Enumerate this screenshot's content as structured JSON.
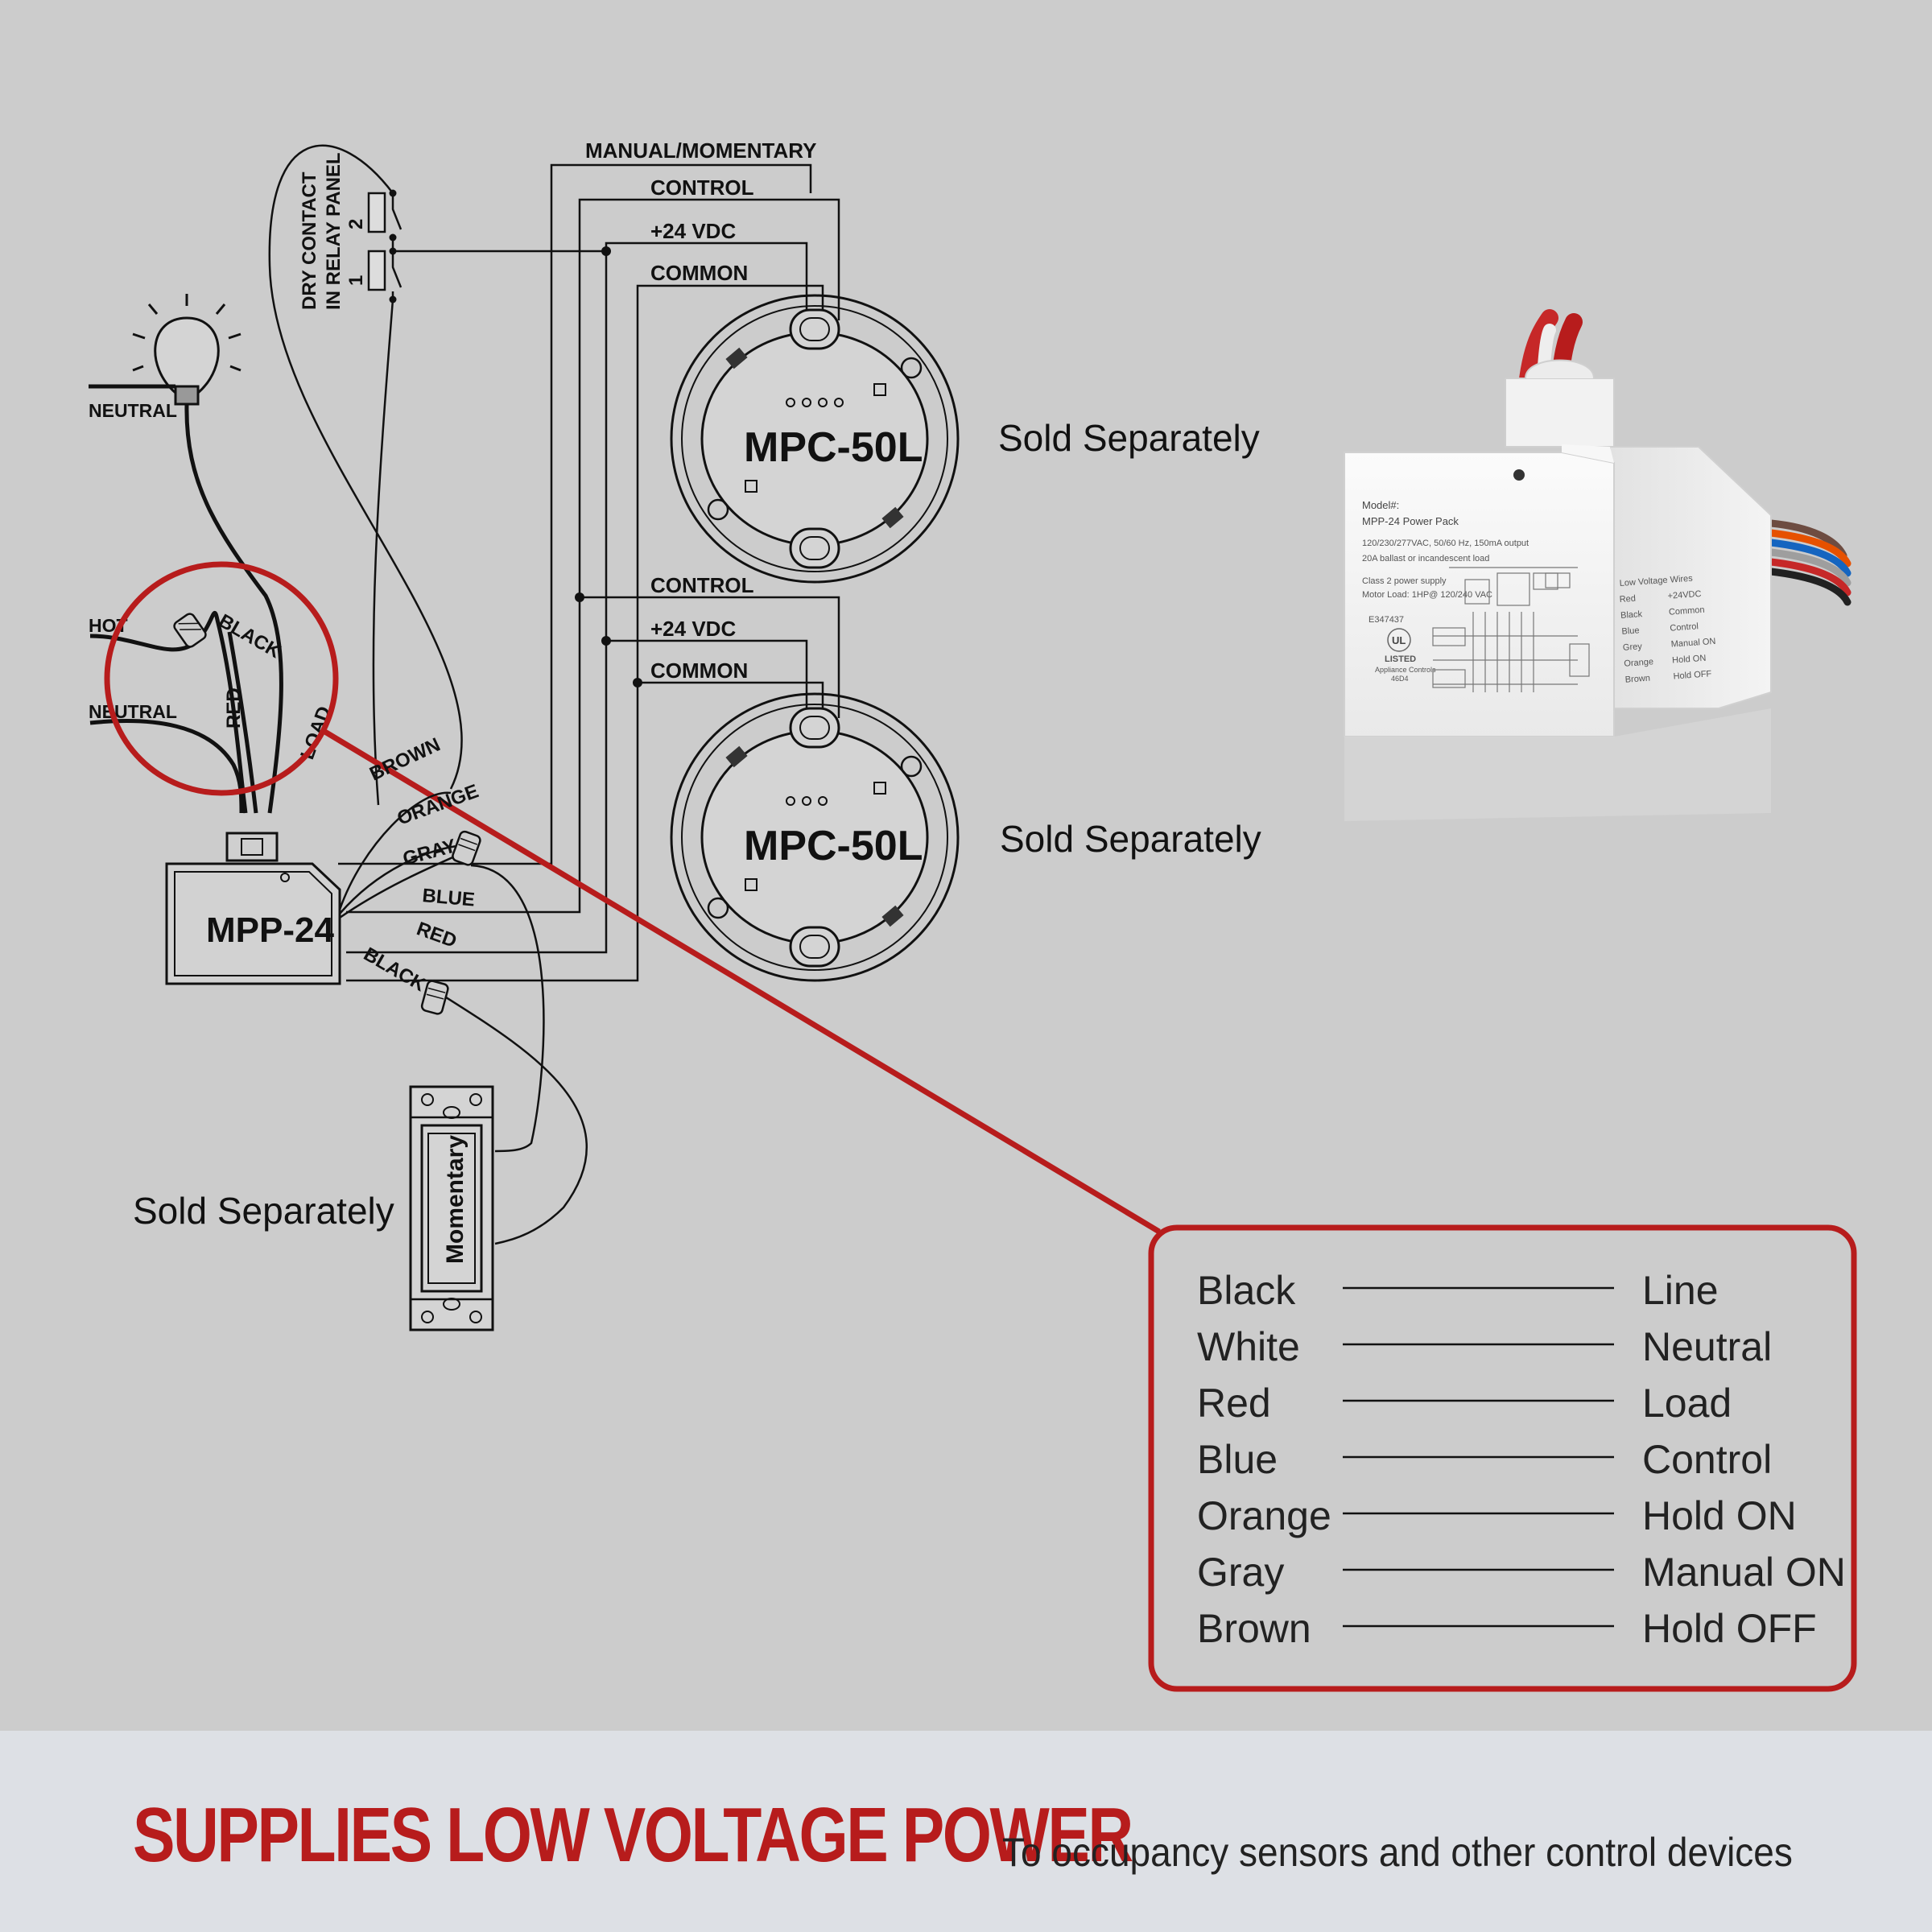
{
  "diagram": {
    "wires": {
      "manual_momentary": "MANUAL/MOMENTARY",
      "control": "CONTROL",
      "vdc24": "+24 VDC",
      "common": "COMMON"
    },
    "dry_contact": {
      "line1": "DRY CONTACT",
      "line2": "IN RELAY PANEL",
      "contact1": "1",
      "contact2": "2"
    },
    "power_wires": {
      "neutral": "NEUTRAL",
      "hot": "HOT",
      "black": "BLACK",
      "red": "RED",
      "load": "LOAD"
    },
    "lv_wires": {
      "brown": "BROWN",
      "orange": "ORANGE",
      "gray": "GRAY",
      "blue": "BLUE",
      "red": "RED",
      "black": "BLACK"
    },
    "devices": {
      "sensor_model": "MPC-50L",
      "power_pack": "MPP-24",
      "switch": "Momentary"
    },
    "sold_separately": "Sold Separately"
  },
  "product_photo": {
    "model_label": "Model#:",
    "model_name": "MPP-24 Power Pack",
    "spec1": "120/230/277VAC, 50/60 Hz, 150mA output",
    "spec2": "20A ballast or incandescent load",
    "spec3": "Class 2 power supply",
    "spec4": "Motor Load: 1HP@ 120/240 VAC",
    "file_no": "E347437",
    "listed": "LISTED",
    "listed_sub1": "Appliance Controls",
    "listed_sub2": "46D4",
    "lv_title": "Low Voltage Wires",
    "lv_rows": [
      {
        "color": "Red",
        "fn": "+24VDC"
      },
      {
        "color": "Black",
        "fn": "Common"
      },
      {
        "color": "Blue",
        "fn": "Control"
      },
      {
        "color": "Grey",
        "fn": "Manual ON"
      },
      {
        "color": "Orange",
        "fn": "Hold ON"
      },
      {
        "color": "Brown",
        "fn": "Hold OFF"
      }
    ]
  },
  "legend": [
    {
      "color": "Black",
      "function": "Line"
    },
    {
      "color": "White",
      "function": "Neutral"
    },
    {
      "color": "Red",
      "function": "Load"
    },
    {
      "color": "Blue",
      "function": "Control"
    },
    {
      "color": "Orange",
      "function": "Hold ON"
    },
    {
      "color": "Gray",
      "function": "Manual ON"
    },
    {
      "color": "Brown",
      "function": "Hold OFF"
    }
  ],
  "footer": {
    "title": "SUPPLIES LOW VOLTAGE POWER",
    "subtitle": "To occupancy sensors and other control devices"
  },
  "colors": {
    "background": "#cccccc",
    "accent": "#b71c1c",
    "footer_band": "#dde0e5"
  }
}
